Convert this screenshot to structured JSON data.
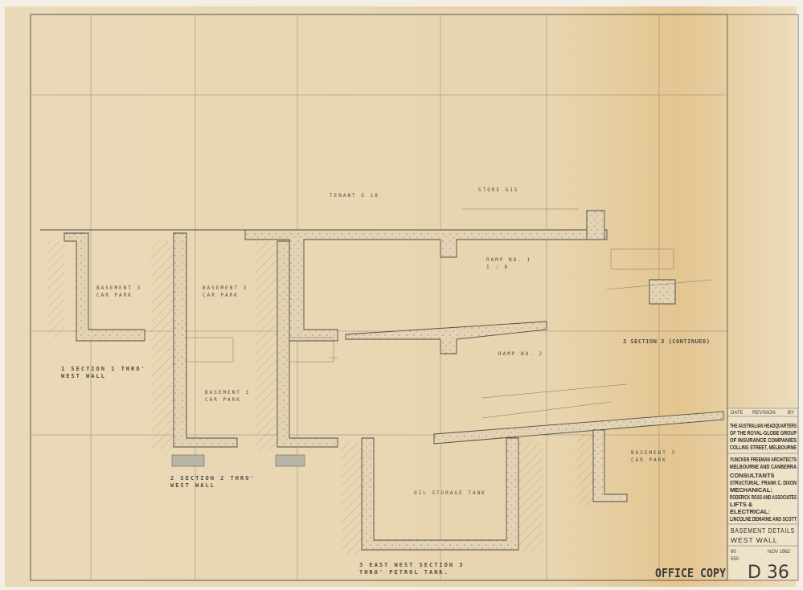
{
  "drawing": {
    "rooms": {
      "tenant": "TENANT G 18",
      "store": "STORE G15",
      "ramp1": "RAMP NO. 1",
      "ramp1_grade": "1 : 8",
      "ramp2": "RAMP NO. 2",
      "car_park_a": [
        "BASEMENT 3",
        "CAR PARK"
      ],
      "car_park_b": [
        "BASEMENT 3",
        "CAR PARK"
      ],
      "car_park_c": [
        "BASEMENT 3",
        "CAR PARK"
      ],
      "car_park_d": [
        "BASEMENT 3",
        "CAR PARK"
      ],
      "oil_tank": "OIL STORAGE TANK"
    },
    "section_titles": {
      "s1": [
        "1 SECTION 1 THRO'",
        "WEST WALL"
      ],
      "s2": [
        "2 SECTION 2 THRO'",
        "WEST WALL"
      ],
      "s3": [
        "3 EAST WEST SECTION 3",
        "THRO' PETROL TANK."
      ],
      "s3c": "3 SECTION 3 (CONTINUED)"
    }
  },
  "title_block": {
    "revision_headers": [
      "DATE",
      "REVISION",
      "BY"
    ],
    "client": [
      "THE AUSTRALIAN HEADQUARTERS",
      "OF THE ROYAL-GLOBE GROUP",
      "OF INSURANCE COMPANIES",
      "COLLINS STREET, MELBOURNE"
    ],
    "architect": [
      "YUNCKEN FREEMAN ARCHITECTS",
      "MELBOURNE AND CANBERRA"
    ],
    "consultants": [
      "CONSULTANTS",
      "STRUCTURAL: FRANK C. DIXON",
      "MECHANICAL:",
      "RODERICK ROSS AND ASSOCIATES",
      "LIFTS &",
      "ELECTRICAL:",
      "LINCOLNE DEMAINE AND SCOTT"
    ],
    "sheet_title": [
      "BASEMENT DETAILS",
      "WEST WALL"
    ],
    "job_no": "90",
    "sub_no": "550",
    "date": "NOV 1962",
    "drawing_no": "D 36"
  },
  "stamp": "OFFICE COPY",
  "colors": {
    "paper": "#e9d8b6",
    "stain": "#e2c48e",
    "ink": "#55534e"
  }
}
